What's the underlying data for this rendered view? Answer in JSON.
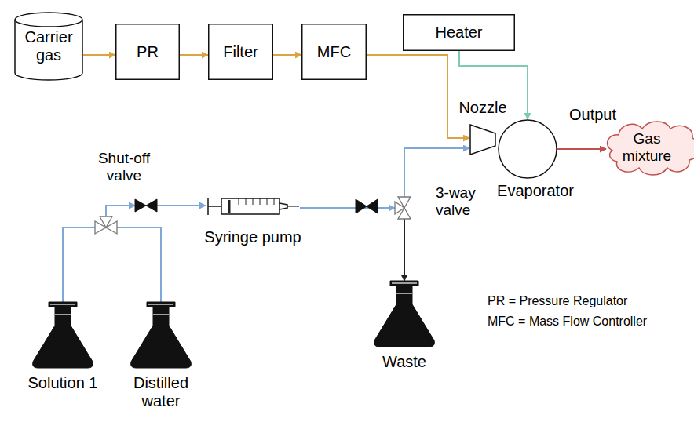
{
  "diagram": {
    "nodes": [
      {
        "text": [
          "Carrier gas"
        ]
      },
      {
        "text": [
          "PR"
        ]
      },
      {
        "text": [
          "Filter"
        ]
      },
      {
        "text": [
          "MFC"
        ]
      },
      {
        "text": [
          "Heater"
        ]
      },
      {
        "text": [
          "Nozzle"
        ]
      },
      {
        "text": [
          "Evaporator"
        ]
      },
      {
        "text": [
          "Output",
          "Gas mixture"
        ]
      },
      {
        "text": [
          "Shut-off valve"
        ]
      },
      {
        "text": [
          "Syringe pump"
        ]
      },
      {
        "text": [
          "3-way valve"
        ]
      },
      {
        "text": [
          "Solution 1"
        ]
      },
      {
        "text": [
          "Distilled water"
        ]
      },
      {
        "text": [
          "Waste"
        ]
      }
    ],
    "edges": [
      {
        "from": 0,
        "to": 1,
        "arrow": "to"
      },
      {
        "from": 1,
        "to": 2,
        "arrow": "to"
      },
      {
        "from": 2,
        "to": 3,
        "arrow": "to"
      },
      {
        "from": 3,
        "to": 5,
        "arrow": "to"
      },
      {
        "from": 4,
        "to": 6,
        "arrow": "to"
      },
      {
        "from": 6,
        "to": 7,
        "arrow": "to"
      },
      {
        "from": 11,
        "to": 8,
        "arrow": "to"
      },
      {
        "from": 12,
        "to": 8,
        "arrow": "to"
      },
      {
        "from": 8,
        "to": 9,
        "arrow": "to"
      },
      {
        "from": 9,
        "to": 10,
        "arrow": "to"
      },
      {
        "from": 10,
        "to": 5,
        "arrow": "to"
      },
      {
        "from": 10,
        "to": 13,
        "arrow": "to"
      }
    ],
    "labels": [
      "PR = Pressure Regulator",
      "MFC = Mass Flow Controller"
    ]
  }
}
